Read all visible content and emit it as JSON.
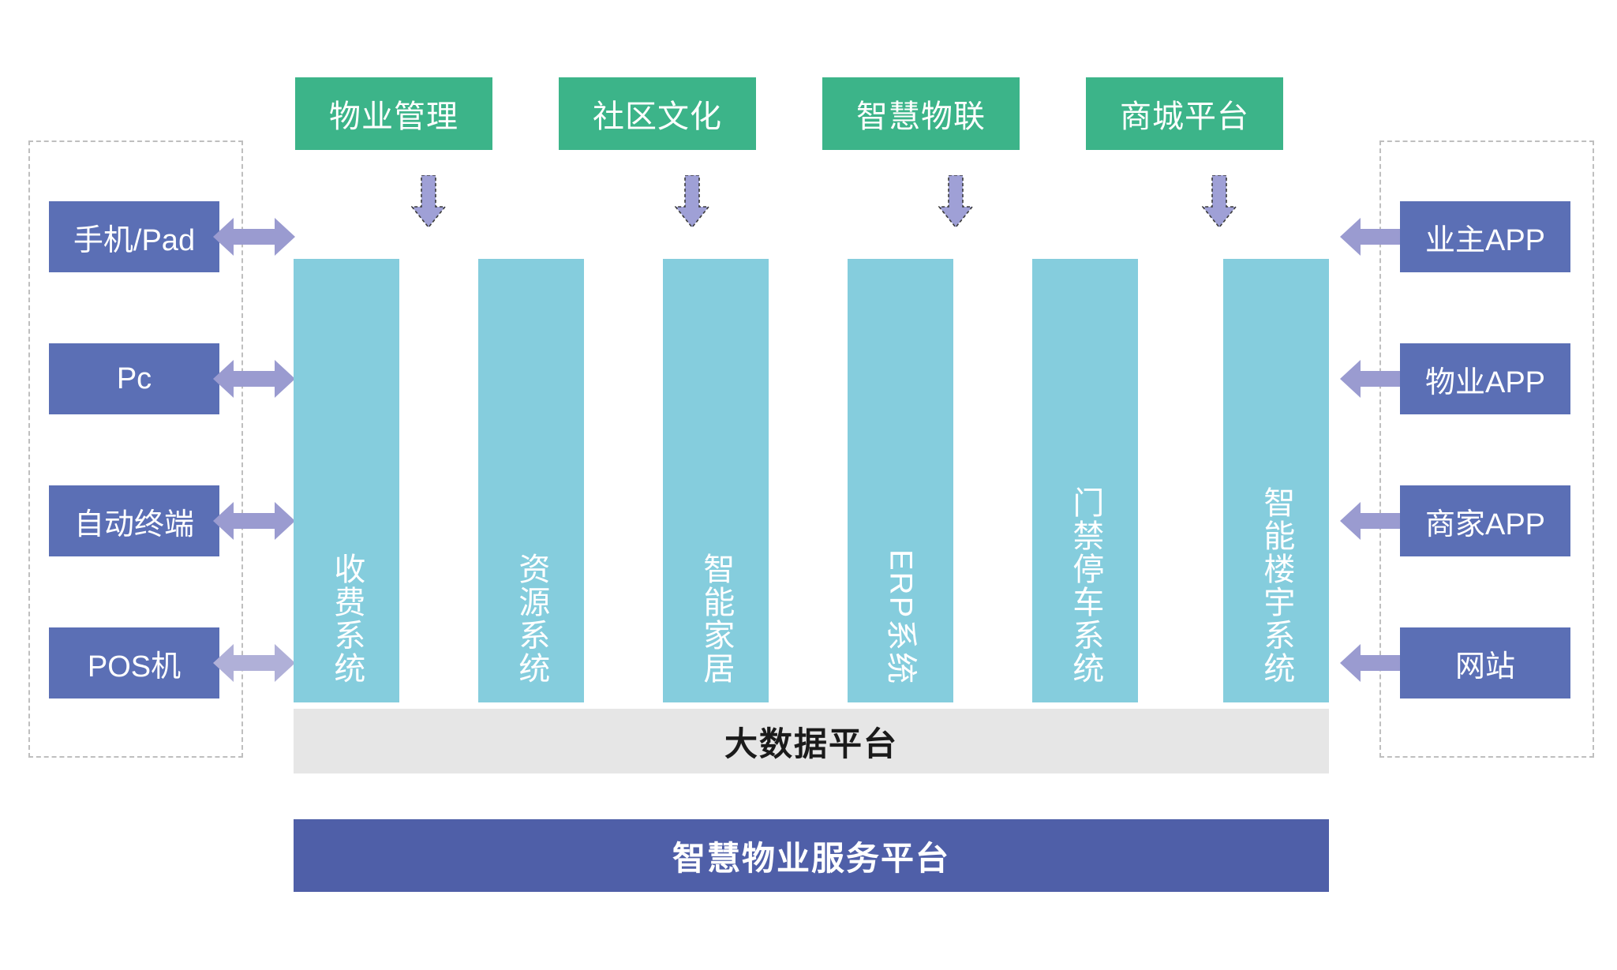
{
  "diagram": {
    "title_bottom_platform": "智慧物业服务平台",
    "bigdata_bar": "大数据平台",
    "top_channels": [
      {
        "label": "物业管理",
        "arrow_icon": "arrow-down-icon"
      },
      {
        "label": "社区文化",
        "arrow_icon": "arrow-down-icon"
      },
      {
        "label": "智慧物联",
        "arrow_icon": "arrow-down-icon"
      },
      {
        "label": "商城平台",
        "arrow_icon": "arrow-down-icon"
      }
    ],
    "left_devices": [
      {
        "label": "手机/Pad",
        "arrow_icon": "arrow-bidirectional-icon"
      },
      {
        "label": "Pc",
        "arrow_icon": "arrow-bidirectional-icon"
      },
      {
        "label": "自动终端",
        "arrow_icon": "arrow-bidirectional-icon"
      },
      {
        "label": "POS机",
        "arrow_icon": "arrow-bidirectional-icon"
      }
    ],
    "systems": [
      {
        "label": "收费系统",
        "script": "cjk"
      },
      {
        "label": "资源系统",
        "script": "cjk"
      },
      {
        "label": "智能家居",
        "script": "cjk"
      },
      {
        "label": "ERP系统",
        "script": "mixed"
      },
      {
        "label": "门禁停车系统",
        "script": "cjk"
      },
      {
        "label": "智能楼宇系统",
        "script": "cjk"
      }
    ],
    "right_apps": [
      {
        "label": "业主APP",
        "arrow_icon": "arrow-bidirectional-icon"
      },
      {
        "label": "物业APP",
        "arrow_icon": "arrow-bidirectional-icon"
      },
      {
        "label": "商家APP",
        "arrow_icon": "arrow-bidirectional-icon"
      },
      {
        "label": "网站",
        "arrow_icon": "arrow-bidirectional-icon"
      }
    ],
    "colors": {
      "green": "#3cb489",
      "purple_blue": "#5b6fb5",
      "teal": "#85cddd",
      "arrow_purple": "#9a9bd0",
      "bigdata_gray": "#e6e6e6",
      "platform_blue": "#4f5fa8",
      "dashed_border": "#bfbfbf"
    }
  }
}
